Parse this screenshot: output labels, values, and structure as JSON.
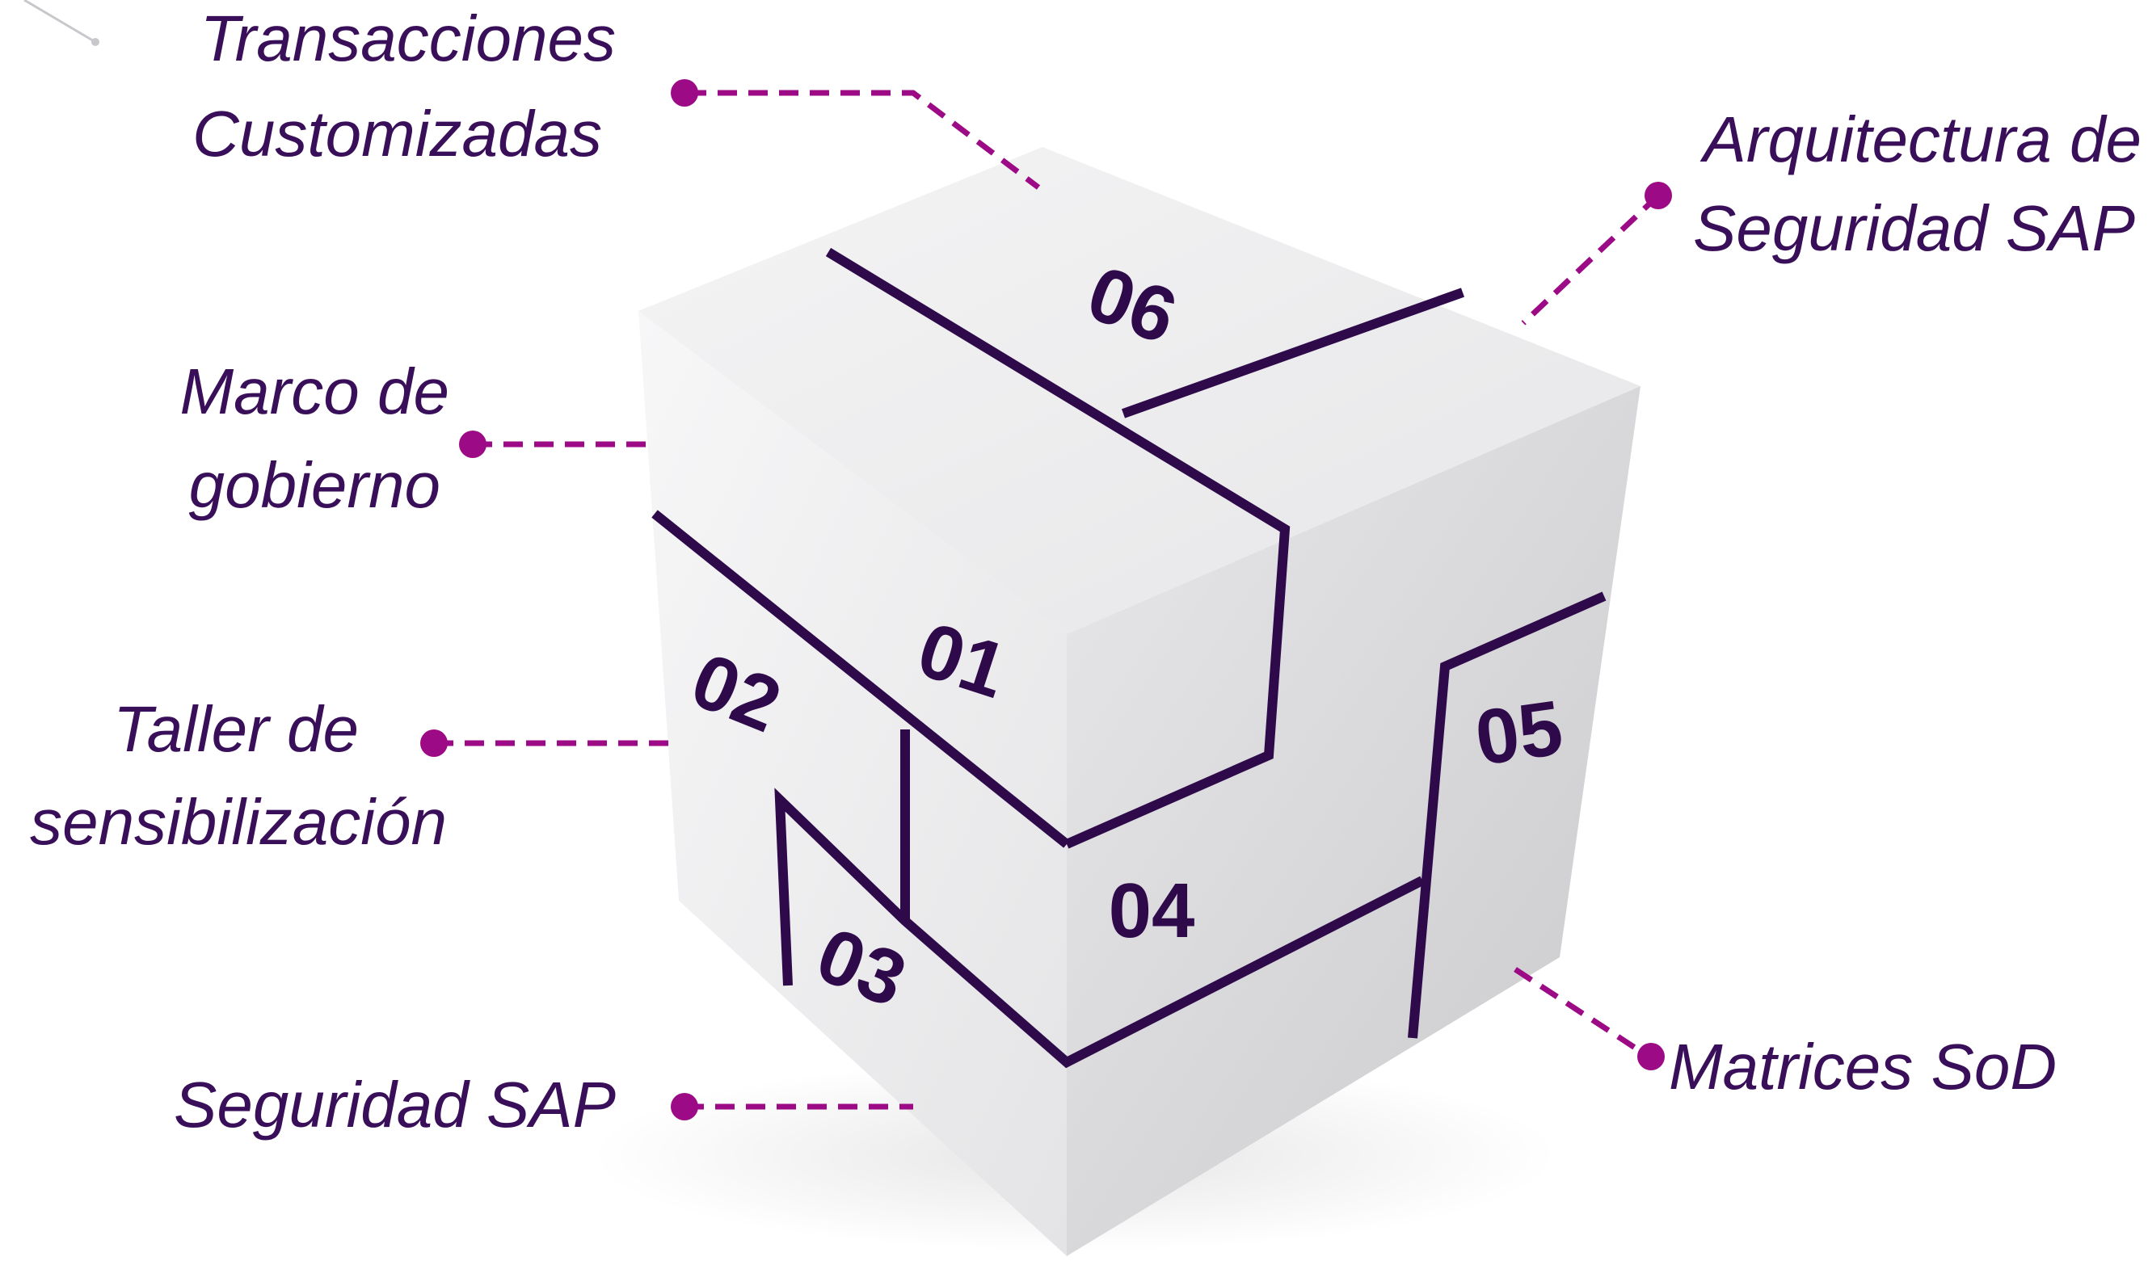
{
  "diagram": {
    "labels": {
      "transacciones_line1": "Transacciones",
      "transacciones_line2": "Customizadas",
      "arquitectura_line1": "Arquitectura de",
      "arquitectura_line2": "Seguridad SAP",
      "marco_line1": "Marco de",
      "marco_line2": "gobierno",
      "taller_line1": "Taller de",
      "taller_line2": "sensibilización",
      "seguridad": "Seguridad SAP",
      "matrices": "Matrices SoD"
    },
    "cube_numbers": [
      "01",
      "02",
      "03",
      "04",
      "05",
      "06"
    ],
    "colors": {
      "accent": "#9c0a86",
      "text": "#3a0f5a",
      "seam": "#2e0a4a",
      "face_top": "#ededee",
      "face_left": "#f3f3f4",
      "face_right": "#dcdcde"
    }
  }
}
